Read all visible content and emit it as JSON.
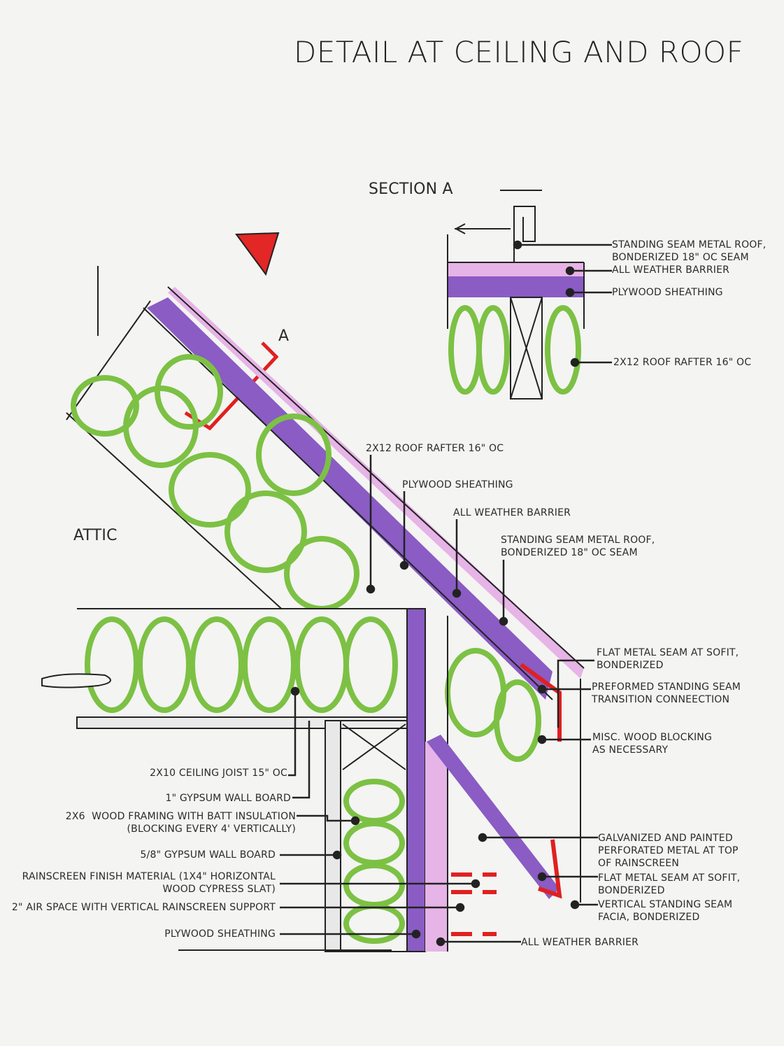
{
  "title": "DETAIL AT CEILING AND ROOF",
  "section_label": "SECTION A",
  "section_marker": "A",
  "attic_label": "ATTIC",
  "section_a_labels": [
    "STANDING SEAM METAL ROOF,\nBONDERIZED 18\" OC SEAM\nALL WEATHER BARRIER",
    "PLYWOOD SHEATHING",
    "2X12 ROOF RAFTER 16\" OC"
  ],
  "roof_labels": [
    "2X12 ROOF RAFTER 16\" OC",
    "PLYWOOD SHEATHING",
    "ALL WEATHER BARRIER",
    "STANDING SEAM METAL ROOF,\nBONDERIZED 18\" OC SEAM"
  ],
  "right_labels": [
    "FLAT METAL SEAM AT SOFIT,\nBONDERIZED",
    "PREFORMED STANDING SEAM\nTRANSITION CONNEECTION",
    "MISC. WOOD BLOCKING\nAS NECESSARY",
    "GALVANIZED AND PAINTED\nPERFORATED METAL AT TOP\nOF RAINSCREEN",
    "FLAT METAL SEAM AT SOFIT,\nBONDERIZED",
    "VERTICAL STANDING SEAM\nFACIA, BONDERIZED",
    "ALL WEATHER BARRIER"
  ],
  "left_labels": [
    "2X10 CEILING JOIST 15\" OC",
    "1\" GYPSUM WALL BOARD",
    "2X6  WOOD FRAMING WITH BATT INSULATION\n(BLOCKING EVERY 4' VERTICALLY)",
    "5/8\" GYPSUM WALL BOARD",
    "RAINSCREEN FINISH MATERIAL (1X4\" HORIZONTAL\nWOOD CYPRESS SLAT)",
    "2\" AIR SPACE WITH VERTICAL RAINSCREEN SUPPORT",
    "PLYWOOD SHEATHING"
  ],
  "colors": {
    "insulation": "#7cc144",
    "barrier": "#8a5cc4",
    "pink": "#e6b4e6",
    "red": "#e02020"
  }
}
